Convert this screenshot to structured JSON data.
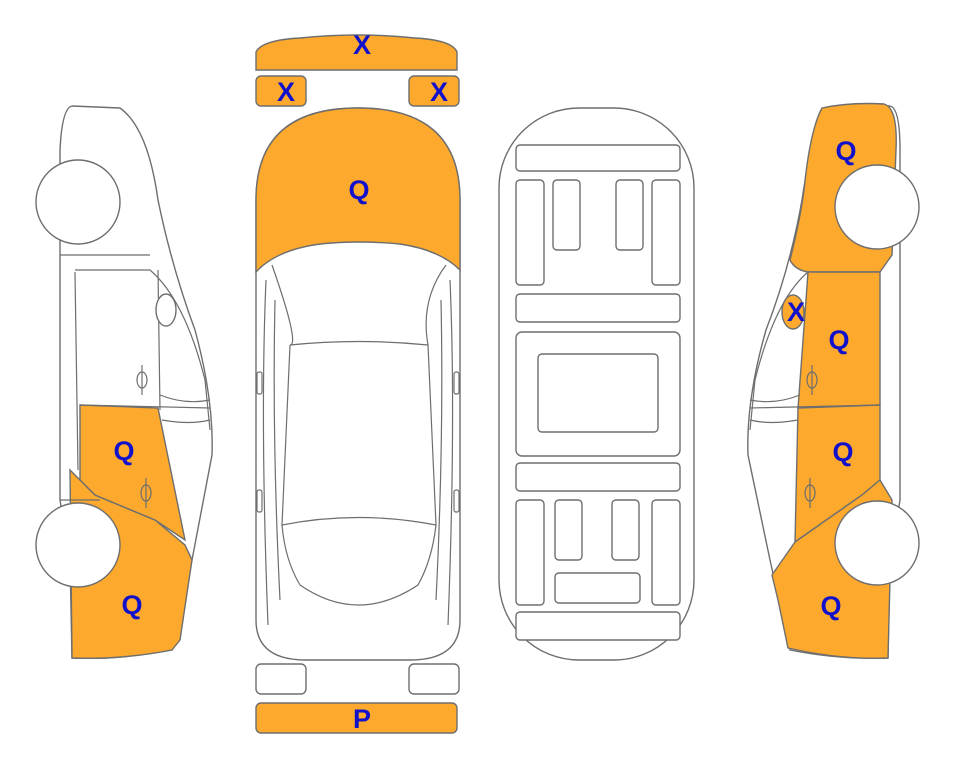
{
  "colors": {
    "damage_fill": "#FCA92D",
    "label_text": "#1111CC",
    "outline": "#6E6E6E",
    "background": "#FFFFFF"
  },
  "labels": {
    "front_bumper": "X",
    "front_left_light": "X",
    "front_right_light": "X",
    "hood": "Q",
    "rear_bumper": "P",
    "left_rear_door": "Q",
    "left_rear_quarter": "Q",
    "right_front_fender": "Q",
    "right_mirror": "X",
    "right_front_door": "Q",
    "right_rear_door": "Q",
    "right_rear_quarter": "Q"
  }
}
